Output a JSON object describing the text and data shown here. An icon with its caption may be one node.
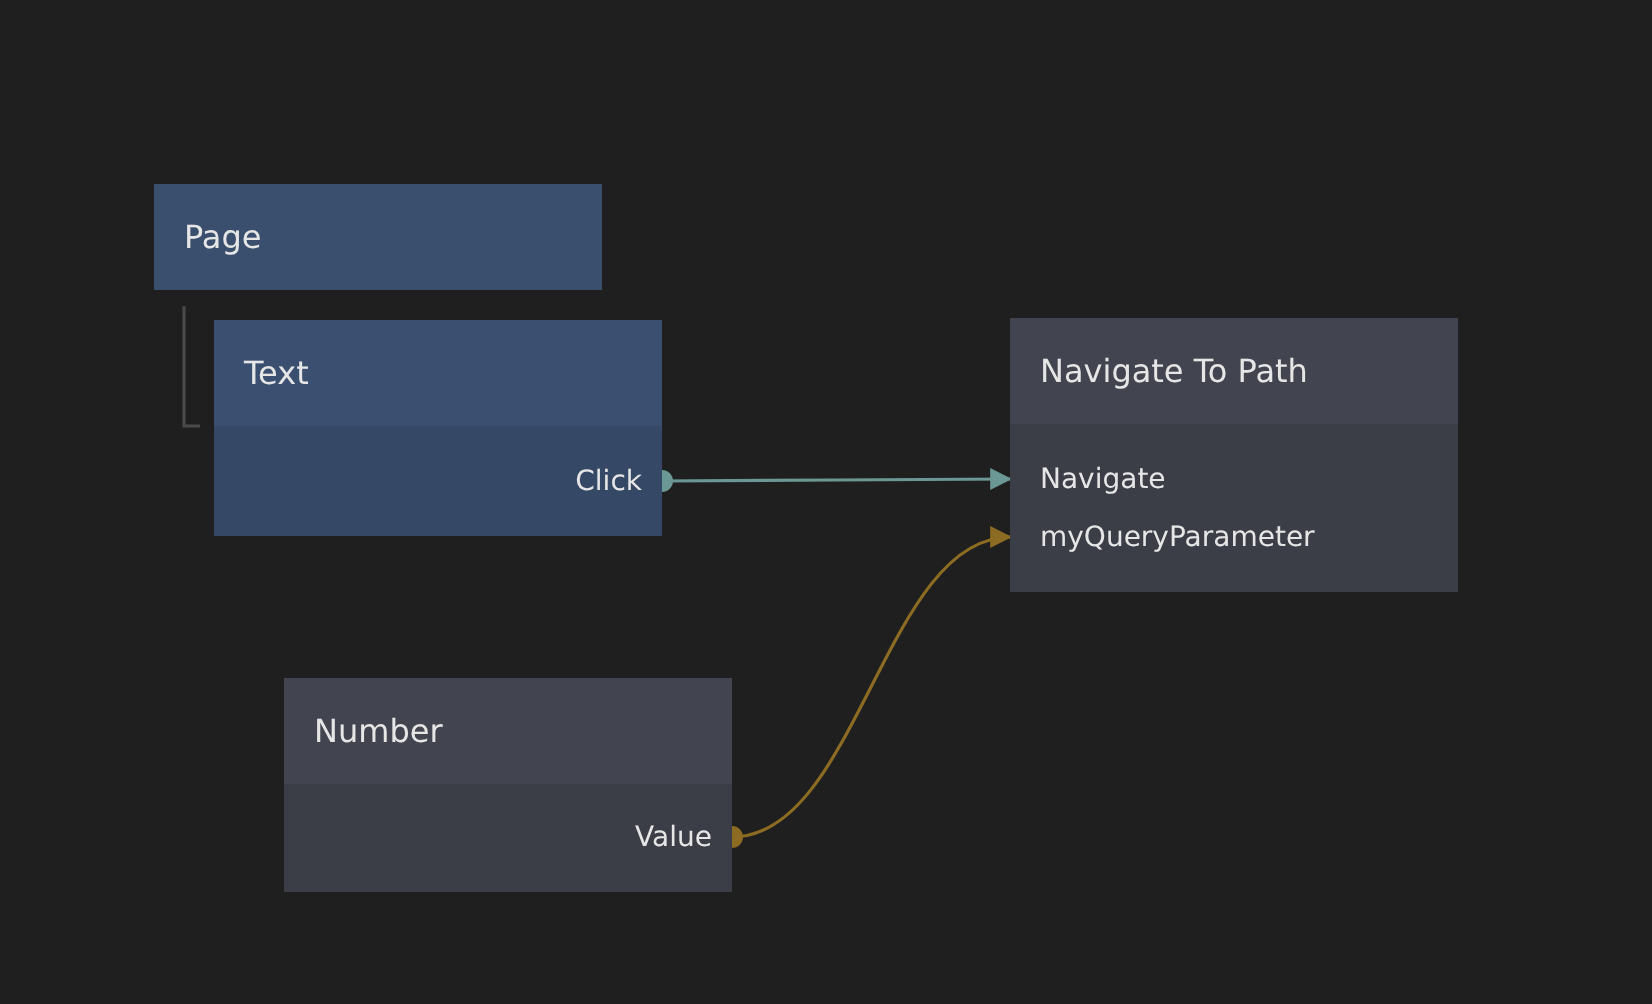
{
  "diagram": {
    "nodes": [
      {
        "text": [
          "Page"
        ]
      },
      {
        "text": [
          "Text"
        ]
      },
      {
        "text": [
          "Click"
        ],
        "in": 1
      },
      {
        "text": [
          "Navigate To Path"
        ]
      },
      {
        "text": [
          "Navigate"
        ],
        "in": 3
      },
      {
        "text": [
          "myQueryParameter"
        ],
        "in": 3
      },
      {
        "text": [
          "Number"
        ]
      },
      {
        "text": [
          "Value"
        ],
        "in": 6
      }
    ],
    "edges": [
      {
        "from": 0,
        "to": 1,
        "arrow": "none"
      },
      {
        "from": 2,
        "to": 4,
        "arrow": "to",
        "color": "#6b9894"
      },
      {
        "from": 7,
        "to": 5,
        "arrow": "to",
        "color": "#8c6c22"
      }
    ]
  }
}
